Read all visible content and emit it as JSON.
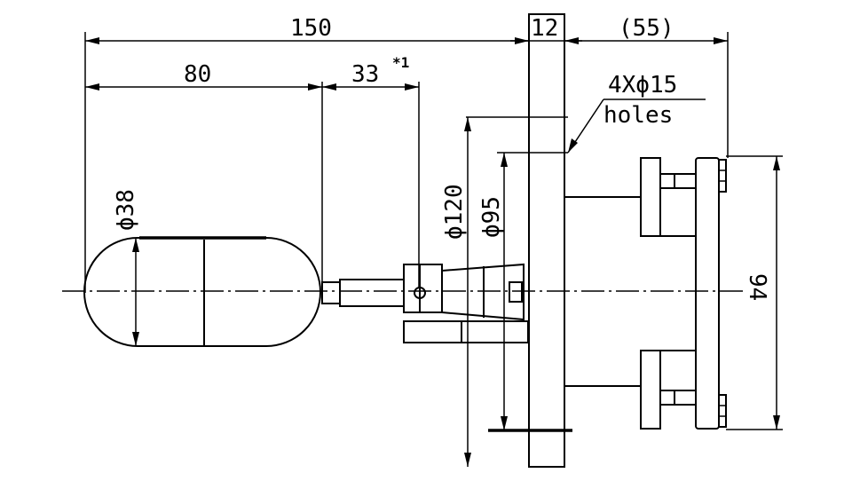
{
  "drawing": {
    "dimensions": {
      "overall_length": "150",
      "float_length": "80",
      "rod_length": "33",
      "rod_length_note": "*1",
      "flange_thickness": "12",
      "rear_length": "(55)",
      "holes_count": "4Xϕ15",
      "holes_label": "holes",
      "flange_diameter": "ϕ120",
      "pcd_diameter": "ϕ95",
      "float_diameter": "ϕ38",
      "housing_height": "94"
    }
  }
}
